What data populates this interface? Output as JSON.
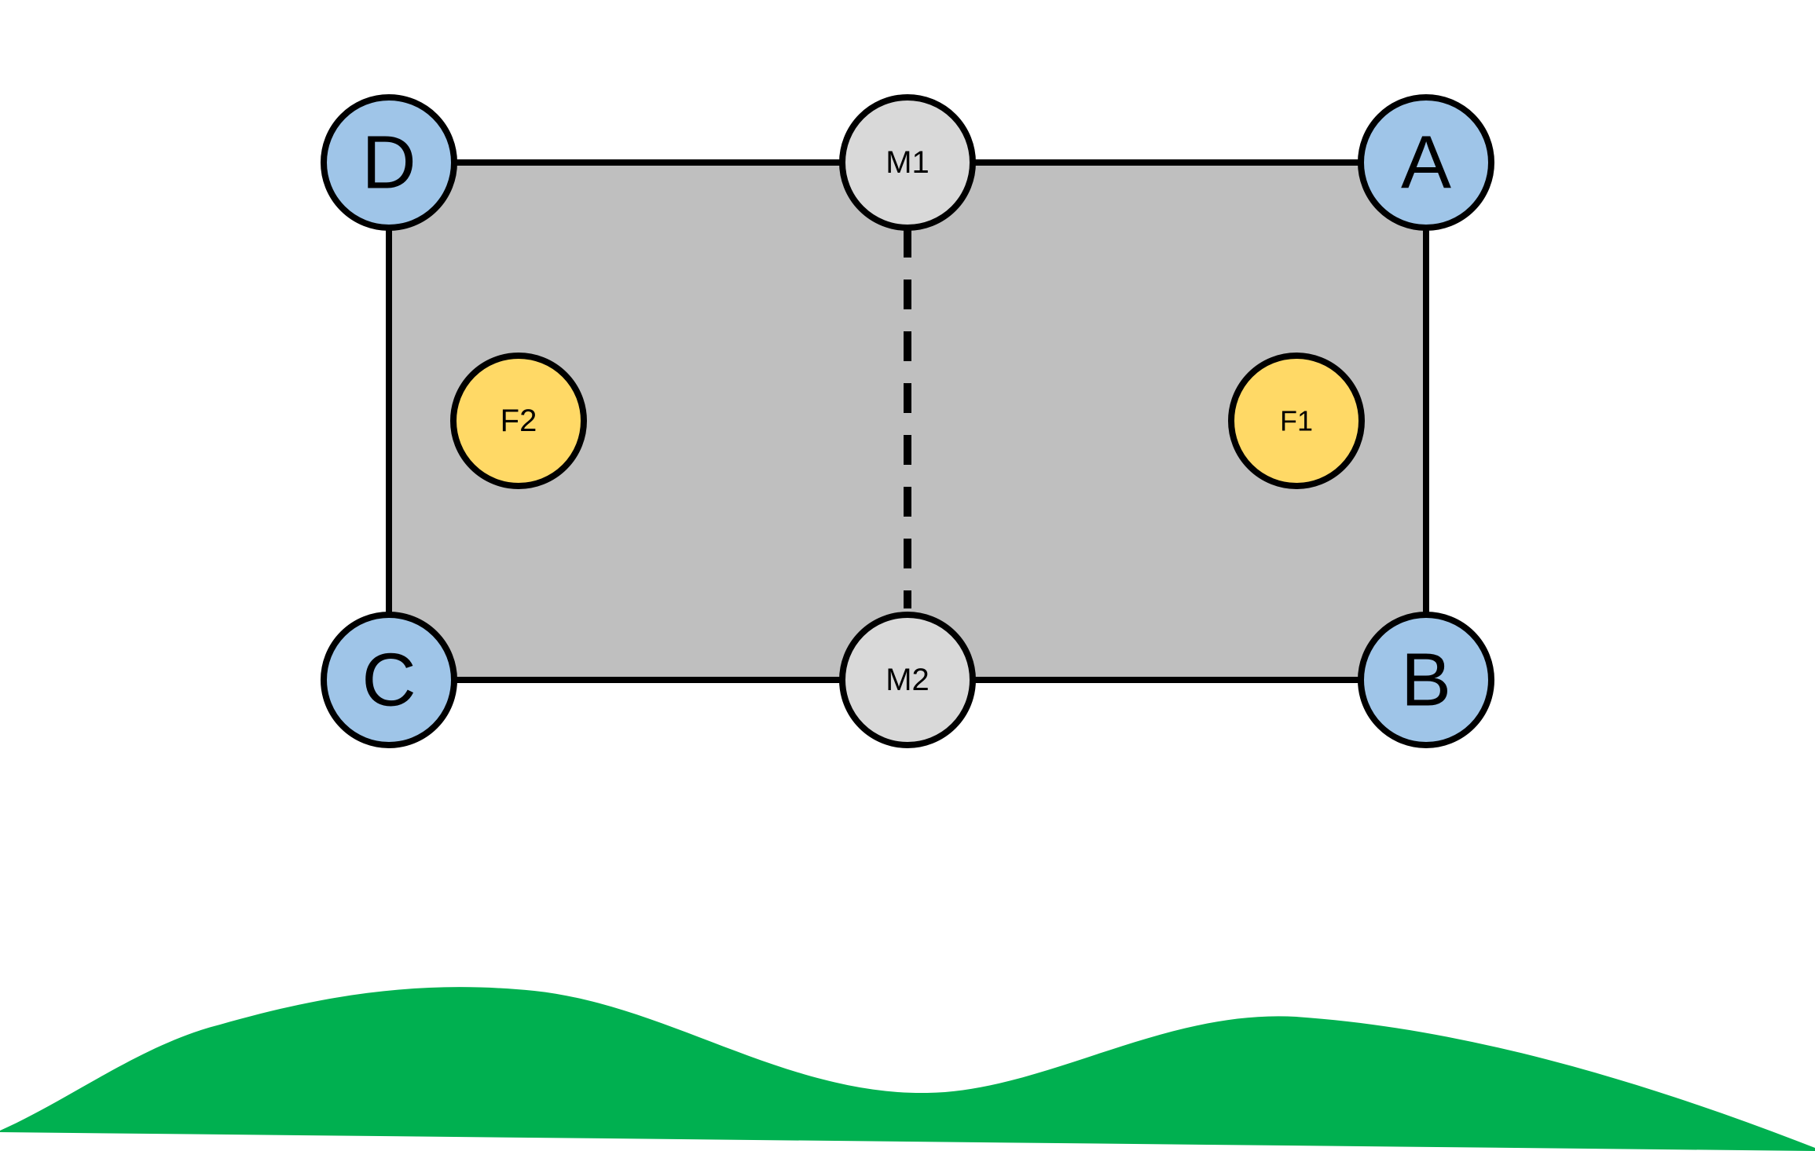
{
  "diagram": {
    "nodes": {
      "A": {
        "label": "A",
        "kind": "corner"
      },
      "B": {
        "label": "B",
        "kind": "corner"
      },
      "C": {
        "label": "C",
        "kind": "corner"
      },
      "D": {
        "label": "D",
        "kind": "corner"
      },
      "M1": {
        "label": "M1",
        "kind": "midpoint"
      },
      "M2": {
        "label": "M2",
        "kind": "midpoint"
      },
      "F1": {
        "label": "F1",
        "kind": "interior"
      },
      "F2": {
        "label": "F2",
        "kind": "interior"
      }
    },
    "edges": [
      {
        "from": "D",
        "to": "M1",
        "style": "solid"
      },
      {
        "from": "M1",
        "to": "A",
        "style": "solid"
      },
      {
        "from": "A",
        "to": "B",
        "style": "solid"
      },
      {
        "from": "C",
        "to": "M2",
        "style": "solid"
      },
      {
        "from": "M2",
        "to": "B",
        "style": "solid"
      },
      {
        "from": "D",
        "to": "C",
        "style": "solid"
      },
      {
        "from": "M1",
        "to": "M2",
        "style": "dashed"
      }
    ]
  },
  "colors": {
    "corner_fill": "#9fc5e8",
    "midpoint_fill": "#d9d9d9",
    "interior_fill": "#ffd966",
    "panel_fill": "#bfbfbf",
    "stroke": "#000000",
    "ground_fill": "#00b050",
    "background": "#ffffff"
  }
}
